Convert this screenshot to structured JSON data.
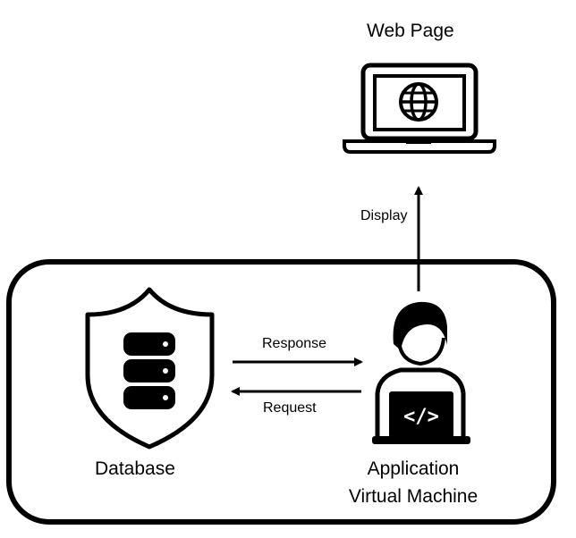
{
  "labels": {
    "web_page": "Web Page",
    "display": "Display",
    "response": "Response",
    "request": "Request",
    "database": "Database",
    "application_line1": "Application",
    "application_line2": "Virtual Machine"
  },
  "icons": {
    "web_page": "laptop-globe-icon",
    "database": "shield-database-icon",
    "application": "developer-laptop-icon"
  },
  "colors": {
    "stroke": "#000000",
    "background": "#ffffff"
  }
}
